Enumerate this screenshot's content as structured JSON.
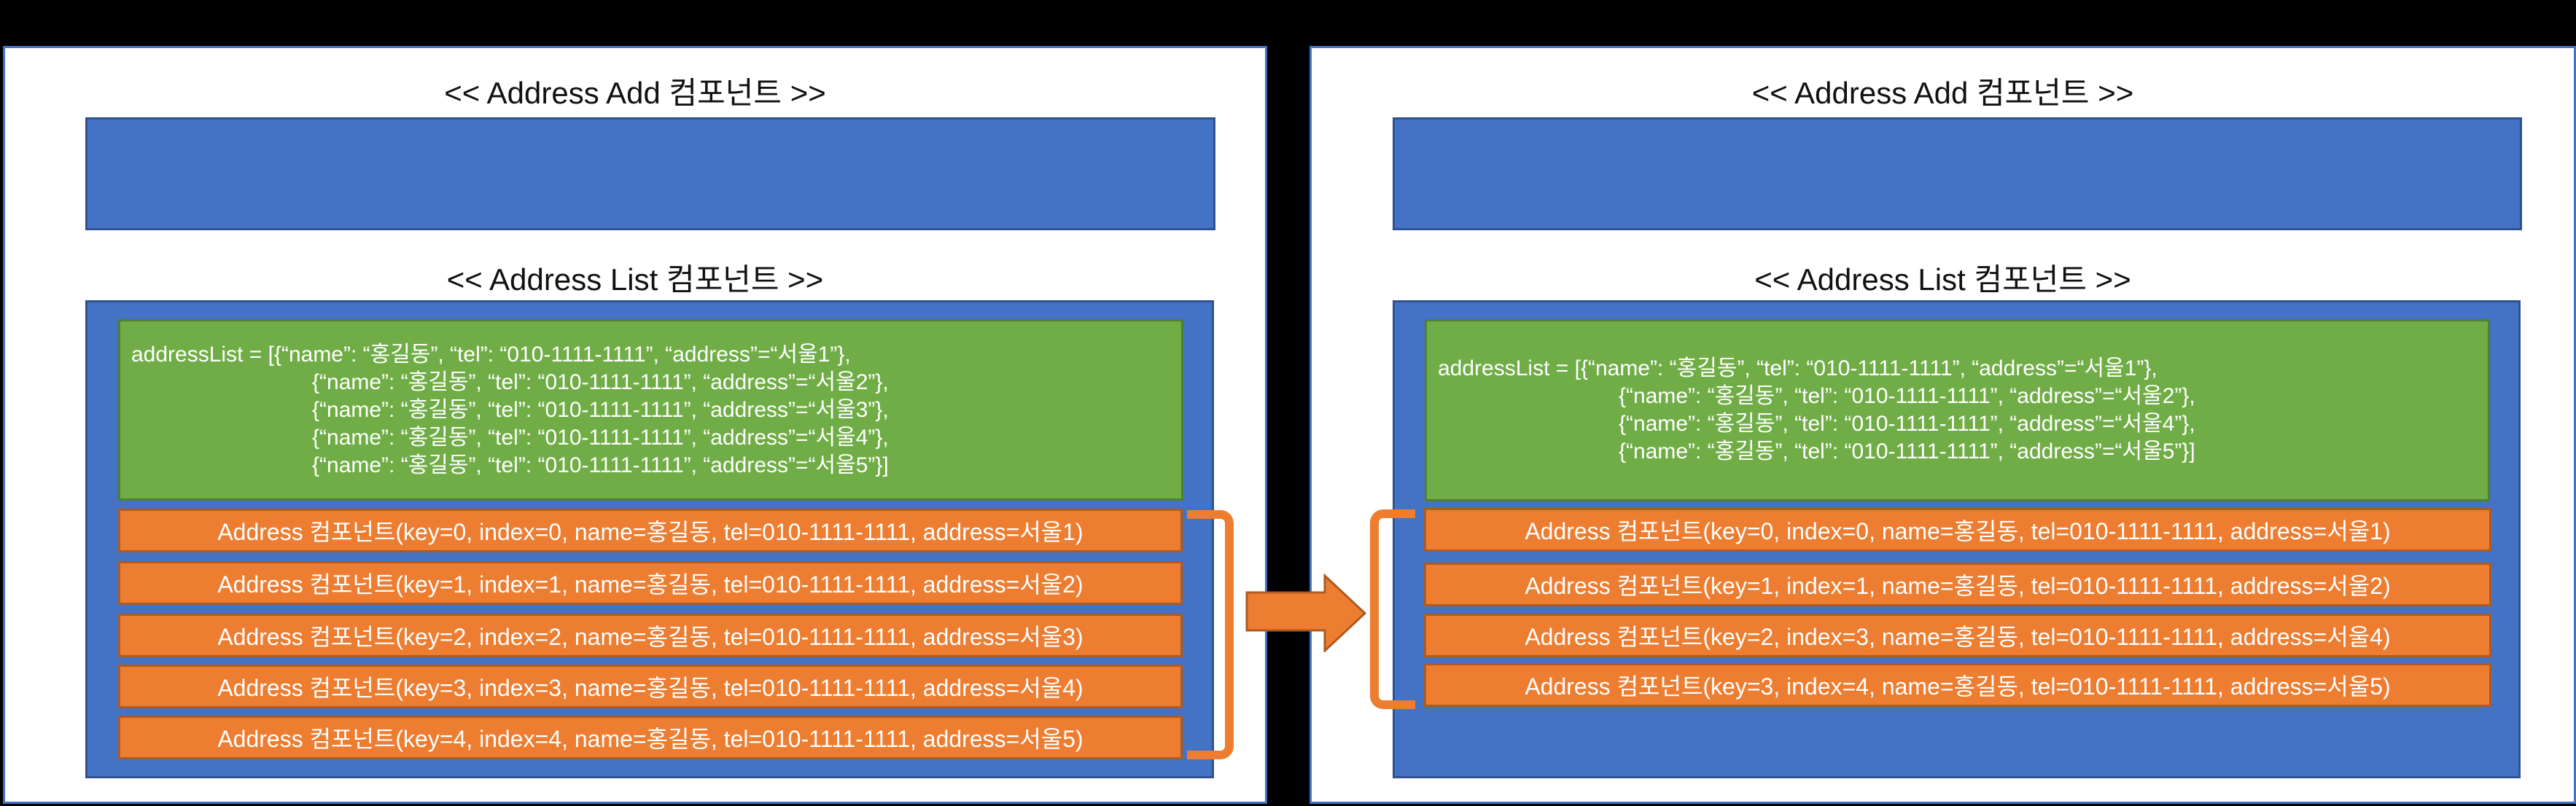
{
  "colors": {
    "background": "#000000",
    "panel_bg": "#FFFFFF",
    "accent_blue": "#4472C4",
    "blue_border": "#2F528F",
    "green": "#70AD47",
    "green_border": "#507E32",
    "orange": "#ED7D31",
    "orange_border": "#AE5A21"
  },
  "arrow": {
    "icon": "right-arrow-icon",
    "meaning": "state transition after deleting item 서울3"
  },
  "panels": [
    {
      "id": "before",
      "add_title": "<< Address Add 컴포넌트 >>",
      "list_title": "<< Address List 컴포넌트 >>",
      "code_lines": [
        "addressList = [{“name”: “홍길동”, “tel”: “010-1111-1111”, “address”=“서울1”},",
        "{“name”: “홍길동”, “tel”: “010-1111-1111”, “address”=“서울2”},",
        "{“name”: “홍길동”, “tel”: “010-1111-1111”, “address”=“서울3”},",
        "{“name”: “홍길동”, “tel”: “010-1111-1111”, “address”=“서울4”},",
        "{“name”: “홍길동”, “tel”: “010-1111-1111”, “address”=“서울5”}]"
      ],
      "rows": [
        "Address 컴포넌트(key=0, index=0, name=홍길동, tel=010-1111-1111, address=서울1)",
        "Address 컴포넌트(key=1, index=1, name=홍길동, tel=010-1111-1111, address=서울2)",
        "Address 컴포넌트(key=2, index=2, name=홍길동, tel=010-1111-1111, address=서울3)",
        "Address 컴포넌트(key=3, index=3, name=홍길동, tel=010-1111-1111, address=서울4)",
        "Address 컴포넌트(key=4, index=4, name=홍길동, tel=010-1111-1111, address=서울5)"
      ]
    },
    {
      "id": "after",
      "add_title": "<< Address Add 컴포넌트 >>",
      "list_title": "<< Address List 컴포넌트 >>",
      "code_lines": [
        "addressList = [{“name”: “홍길동”, “tel”: “010-1111-1111”, “address”=“서울1”},",
        "{“name”: “홍길동”, “tel”: “010-1111-1111”, “address”=“서울2”},",
        "{“name”: “홍길동”, “tel”: “010-1111-1111”, “address”=“서울4”},",
        "{“name”: “홍길동”, “tel”: “010-1111-1111”, “address”=“서울5”}]"
      ],
      "rows": [
        "Address 컴포넌트(key=0, index=0, name=홍길동, tel=010-1111-1111, address=서울1)",
        "Address 컴포넌트(key=1, index=1, name=홍길동, tel=010-1111-1111, address=서울2)",
        "Address 컴포넌트(key=2, index=3, name=홍길동, tel=010-1111-1111, address=서울4)",
        "Address 컴포넌트(key=3, index=4, name=홍길동, tel=010-1111-1111, address=서울5)"
      ]
    }
  ]
}
